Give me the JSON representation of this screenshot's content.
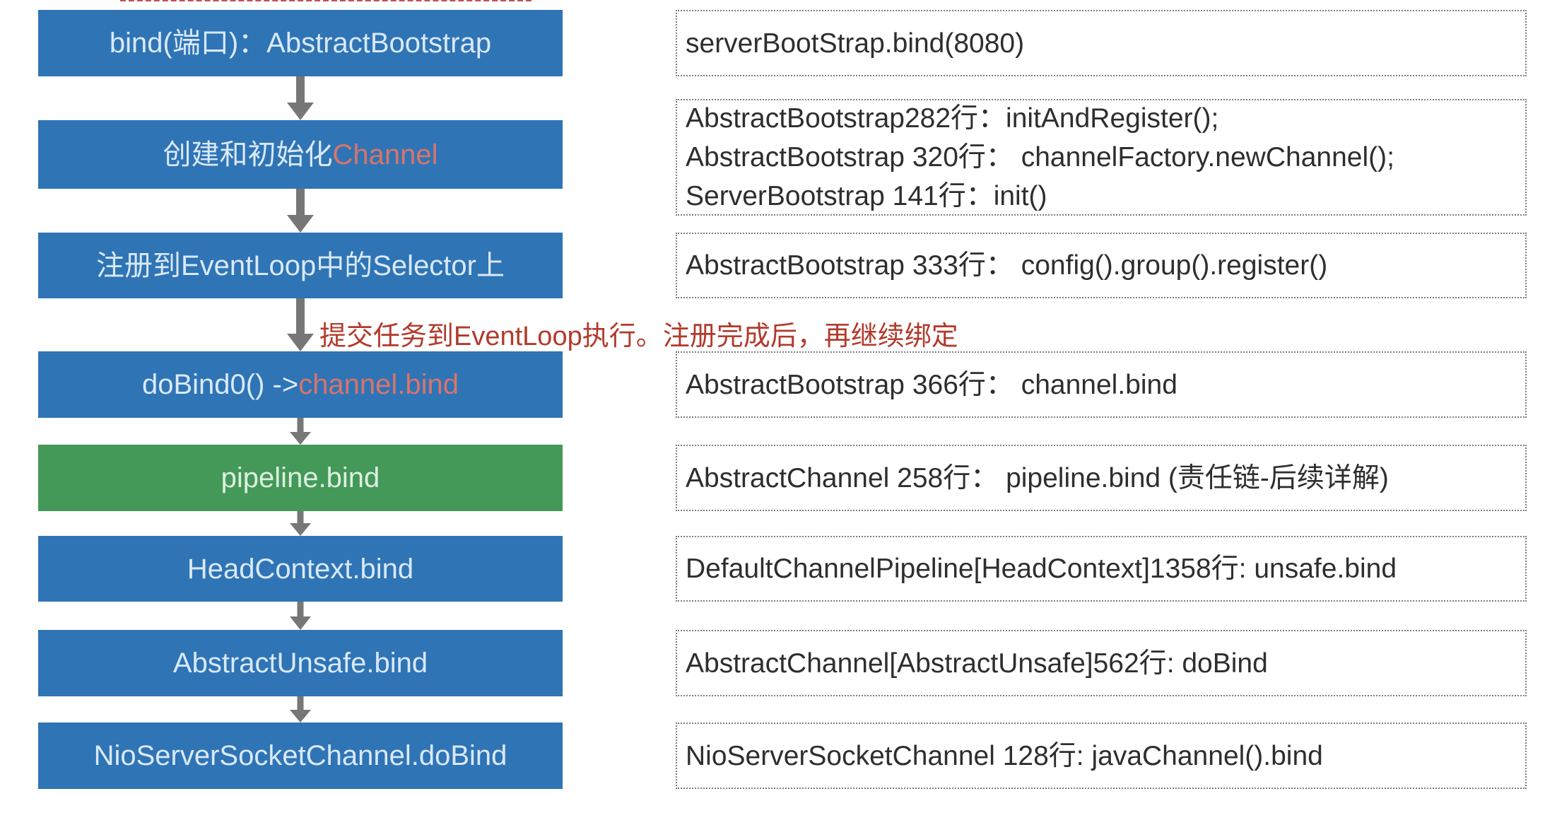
{
  "palette": {
    "box_blue": "#2F74B5",
    "box_green": "#449858",
    "box_text_light": "#D9E9F8",
    "highlight_salmon": "#D9746B",
    "annotation_red": "#B23A2C",
    "arrow_gray": "#777777",
    "note_text": "#2E2E2E",
    "note_border": "#7E7E7E",
    "background": "#FFFFFF"
  },
  "annotation": "提交任务到EventLoop执行。注册完成后，再继续绑定",
  "steps": [
    {
      "main": "bind(端口)：AbstractBootstrap",
      "highlight": "",
      "note_lines": [
        "serverBootStrap.bind(8080)"
      ]
    },
    {
      "main": "创建和初始化",
      "highlight": "Channel",
      "note_lines": [
        "AbstractBootstrap282行：initAndRegister();",
        "AbstractBootstrap 320行： channelFactory.newChannel();",
        "ServerBootstrap 141行：init()"
      ]
    },
    {
      "main": "注册到EventLoop中的Selector上",
      "highlight": "",
      "note_lines": [
        "AbstractBootstrap 333行： config().group().register()"
      ]
    },
    {
      "main": "doBind0() -> ",
      "highlight": "channel.bind",
      "note_lines": [
        "AbstractBootstrap 366行： channel.bind"
      ]
    },
    {
      "main": "pipeline.bind",
      "highlight": "",
      "note_lines": [
        "AbstractChannel 258行： pipeline.bind (责任链-后续详解)"
      ]
    },
    {
      "main": "HeadContext.bind",
      "highlight": "",
      "note_lines": [
        "DefaultChannelPipeline[HeadContext]1358行: unsafe.bind"
      ]
    },
    {
      "main": "AbstractUnsafe.bind",
      "highlight": "",
      "note_lines": [
        "AbstractChannel[AbstractUnsafe]562行: doBind"
      ]
    },
    {
      "main": "NioServerSocketChannel.doBind",
      "highlight": "",
      "note_lines": [
        "NioServerSocketChannel 128行: javaChannel().bind"
      ]
    }
  ]
}
